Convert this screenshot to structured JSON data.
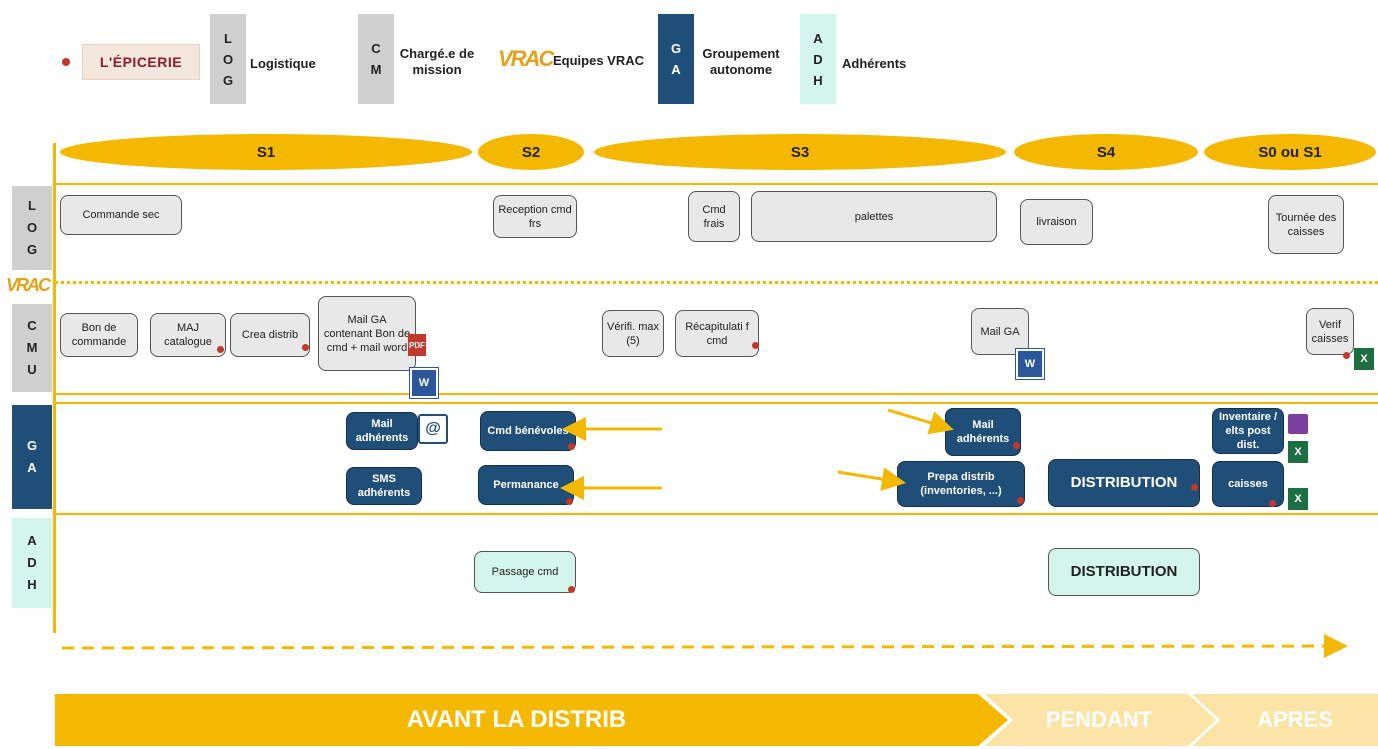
{
  "legend": {
    "epicerie_logo": "L'ÉPICERIE",
    "log_badge": [
      "L",
      "O",
      "G"
    ],
    "log_label": "Logistique",
    "cm_badge": [
      "C",
      "M"
    ],
    "cm_label": "Chargé.e de mission",
    "vrac_logo": "VRAC",
    "vrac_label": "Equipes VRAC",
    "ga_badge": [
      "G",
      "A"
    ],
    "ga_label": "Groupement autonome",
    "adh_badge": [
      "A",
      "D",
      "H"
    ],
    "adh_label": "Adhérents"
  },
  "sprints": [
    "S1",
    "S2",
    "S3",
    "S4",
    "S0 ou S1"
  ],
  "rows": {
    "log": [
      "L",
      "O",
      "G"
    ],
    "cmu": [
      "C",
      "M",
      "U"
    ],
    "ga": [
      "G",
      "A"
    ],
    "adh": [
      "A",
      "D",
      "H"
    ]
  },
  "tasks": {
    "log": {
      "commande_sec": "Commande sec",
      "reception": "Reception cmd frs",
      "cmd_frais": "Cmd frais",
      "palettes": "palettes",
      "livraison": "livraison",
      "tournee": "Tournée des caisses"
    },
    "cmu": {
      "bon_commande": "Bon de commande",
      "maj_catalogue": "MAJ catalogue",
      "crea_distrib": "Crea distrib",
      "mail_ga": "Mail GA contenant Bon de cmd + mail word",
      "verifi": "Vérifi. max (5)",
      "recap": "Récapitulati f cmd",
      "mail_ga2": "Mail GA",
      "verif_caisses": "Verif caisses"
    },
    "ga": {
      "mail_adherents": "Mail adhérents",
      "sms_adherents": "SMS adhérents",
      "cmd_benevoles": "Cmd bénévoles",
      "permanence": "Permanance",
      "mail_adherents2": "Mail adhérents",
      "prepa_distrib": "Prepa distrib (inventories, ...)",
      "distribution": "DISTRIBUTION",
      "inventaire": "Inventaire / elts post dist.",
      "caisses": "caisses"
    },
    "adh": {
      "passage_cmd": "Passage cmd",
      "distribution": "DISTRIBUTION"
    }
  },
  "icons": {
    "word": "W",
    "excel": "X",
    "pdf": "PDF",
    "mail": "@"
  },
  "phases": {
    "avant": "AVANT LA DISTRIB",
    "pendant": "PENDANT",
    "apres": "APRES"
  },
  "colors": {
    "accent": "#f4b800",
    "navy": "#1f4e79",
    "mint": "#d4f5ec",
    "gray": "#cfcfcf",
    "dot": "#c0392b"
  }
}
